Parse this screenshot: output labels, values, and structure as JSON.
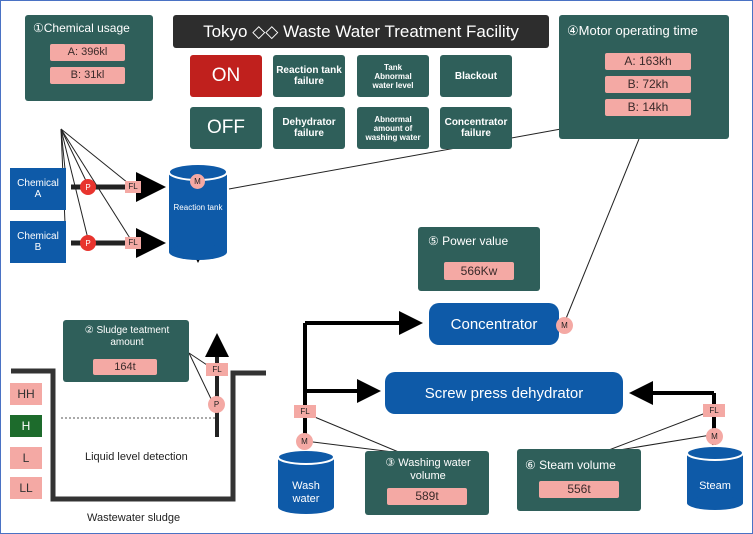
{
  "title": "Tokyo ◇◇ Waste Water Treatment Facility",
  "chemical_usage": {
    "title": "①Chemical usage",
    "a": "A: 396kl",
    "b": "B: 31kl"
  },
  "motor_time": {
    "title": "④Motor operating time",
    "a": "A: 163kh",
    "b": "B: 72kh",
    "c": "B: 14kh"
  },
  "status": {
    "on": "ON",
    "off": "OFF"
  },
  "alarms": {
    "reaction_tank_failure": "Reaction tank failure",
    "tank_line1": "Tank",
    "tank_line2": "Abnormal",
    "tank_line3": "water level",
    "blackout": "Blackout",
    "dehydrator_failure": "Dehydrator failure",
    "washing_line1": "Abnormal",
    "washing_line2": "amount of",
    "washing_line3": "washing water",
    "concentrator_failure": "Concentrator failure"
  },
  "chemical_a": {
    "line1": "Chemical",
    "line2": "A"
  },
  "chemical_b": {
    "line1": "Chemical",
    "line2": "B"
  },
  "reaction_tank": {
    "label": "Reaction tank",
    "motor": "M"
  },
  "badges": {
    "pump": "P",
    "flow": "FL",
    "motor": "M"
  },
  "power": {
    "title": "⑤ Power value",
    "value": "566Kw"
  },
  "concentrator": "Concentrator",
  "screw_press": "Screw press dehydrator",
  "sludge": {
    "title": "② Sludge teatment amount",
    "value": "164t"
  },
  "levels": {
    "hh": "HH",
    "h": "H",
    "l": "L",
    "ll": "LL"
  },
  "liquid_level_detection": "Liquid level detection",
  "wastewater_sludge": "Wastewater sludge",
  "wash_water": {
    "line1": "Wash",
    "line2": "water"
  },
  "washing_volume": {
    "title": "③ Washing water volume",
    "value": "589t"
  },
  "steam_volume": {
    "title": "⑥ Steam volume",
    "value": "556t"
  },
  "steam": "Steam",
  "colors": {
    "panel": "#2f5f5a",
    "pill": "#f4a9a4",
    "blue": "#0e5aa8",
    "on_red": "#c0201d",
    "level_h": "#1d6b2c"
  }
}
